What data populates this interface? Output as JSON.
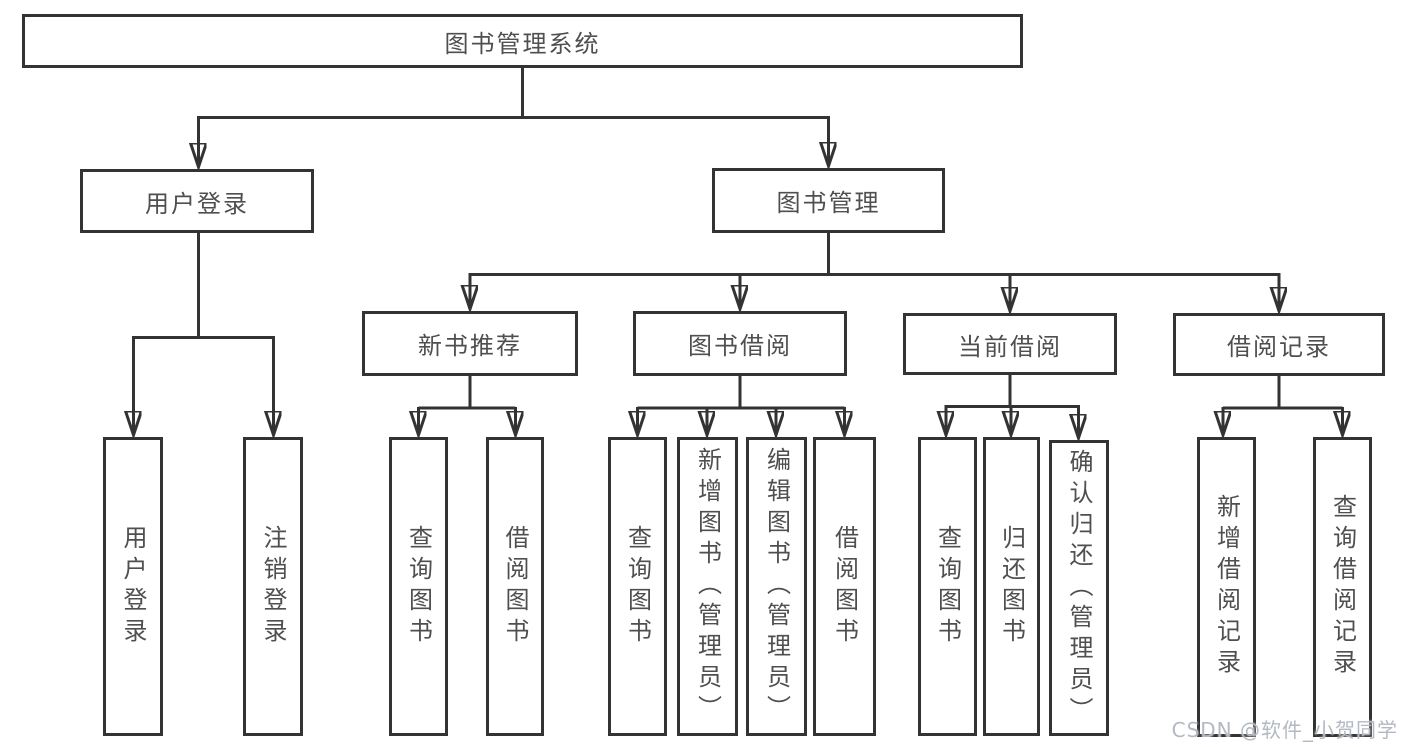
{
  "tree": {
    "root": {
      "label": "图书管理系统"
    },
    "branches": [
      {
        "label": "用户登录",
        "children": [
          {
            "label": "用户登录"
          },
          {
            "label": "注销登录"
          }
        ]
      },
      {
        "label": "图书管理",
        "children": [
          {
            "label": "新书推荐",
            "children": [
              {
                "label": "查询图书"
              },
              {
                "label": "借阅图书"
              }
            ]
          },
          {
            "label": "图书借阅",
            "children": [
              {
                "label": "查询图书"
              },
              {
                "label": "新增图书（管理员）"
              },
              {
                "label": "编辑图书（管理员）"
              },
              {
                "label": "借阅图书"
              }
            ]
          },
          {
            "label": "当前借阅",
            "children": [
              {
                "label": "查询图书"
              },
              {
                "label": "归还图书"
              },
              {
                "label": "确认归还（管理员）"
              }
            ]
          },
          {
            "label": "借阅记录",
            "children": [
              {
                "label": "新增借阅记录"
              },
              {
                "label": "查询借阅记录"
              }
            ]
          }
        ]
      }
    ]
  },
  "watermark": {
    "text": "CSDN @软件_小贺同学"
  },
  "colors": {
    "line": "#333333",
    "node-text": "#4f4f4f",
    "watermark": "#b3b9c3",
    "background": "#ffffff"
  }
}
